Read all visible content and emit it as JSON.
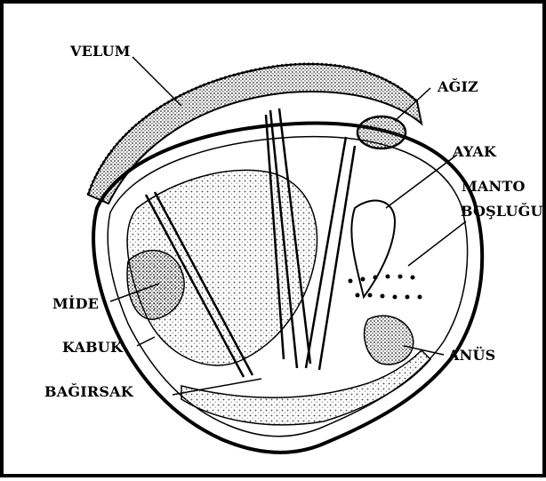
{
  "labels": {
    "velum": "VELUM",
    "agiz": "AĞIZ",
    "ayak": "AYAK",
    "manto": "MANTO",
    "boslugu": "BOŞLUĞU",
    "mide": "MİDE",
    "kabuk": "KABUK",
    "anus": "ANÜS",
    "bagirsak": "BAĞIRSAK"
  },
  "colors": {
    "ink": "#000000",
    "background": "#ffffff",
    "stipple": "#555555"
  }
}
